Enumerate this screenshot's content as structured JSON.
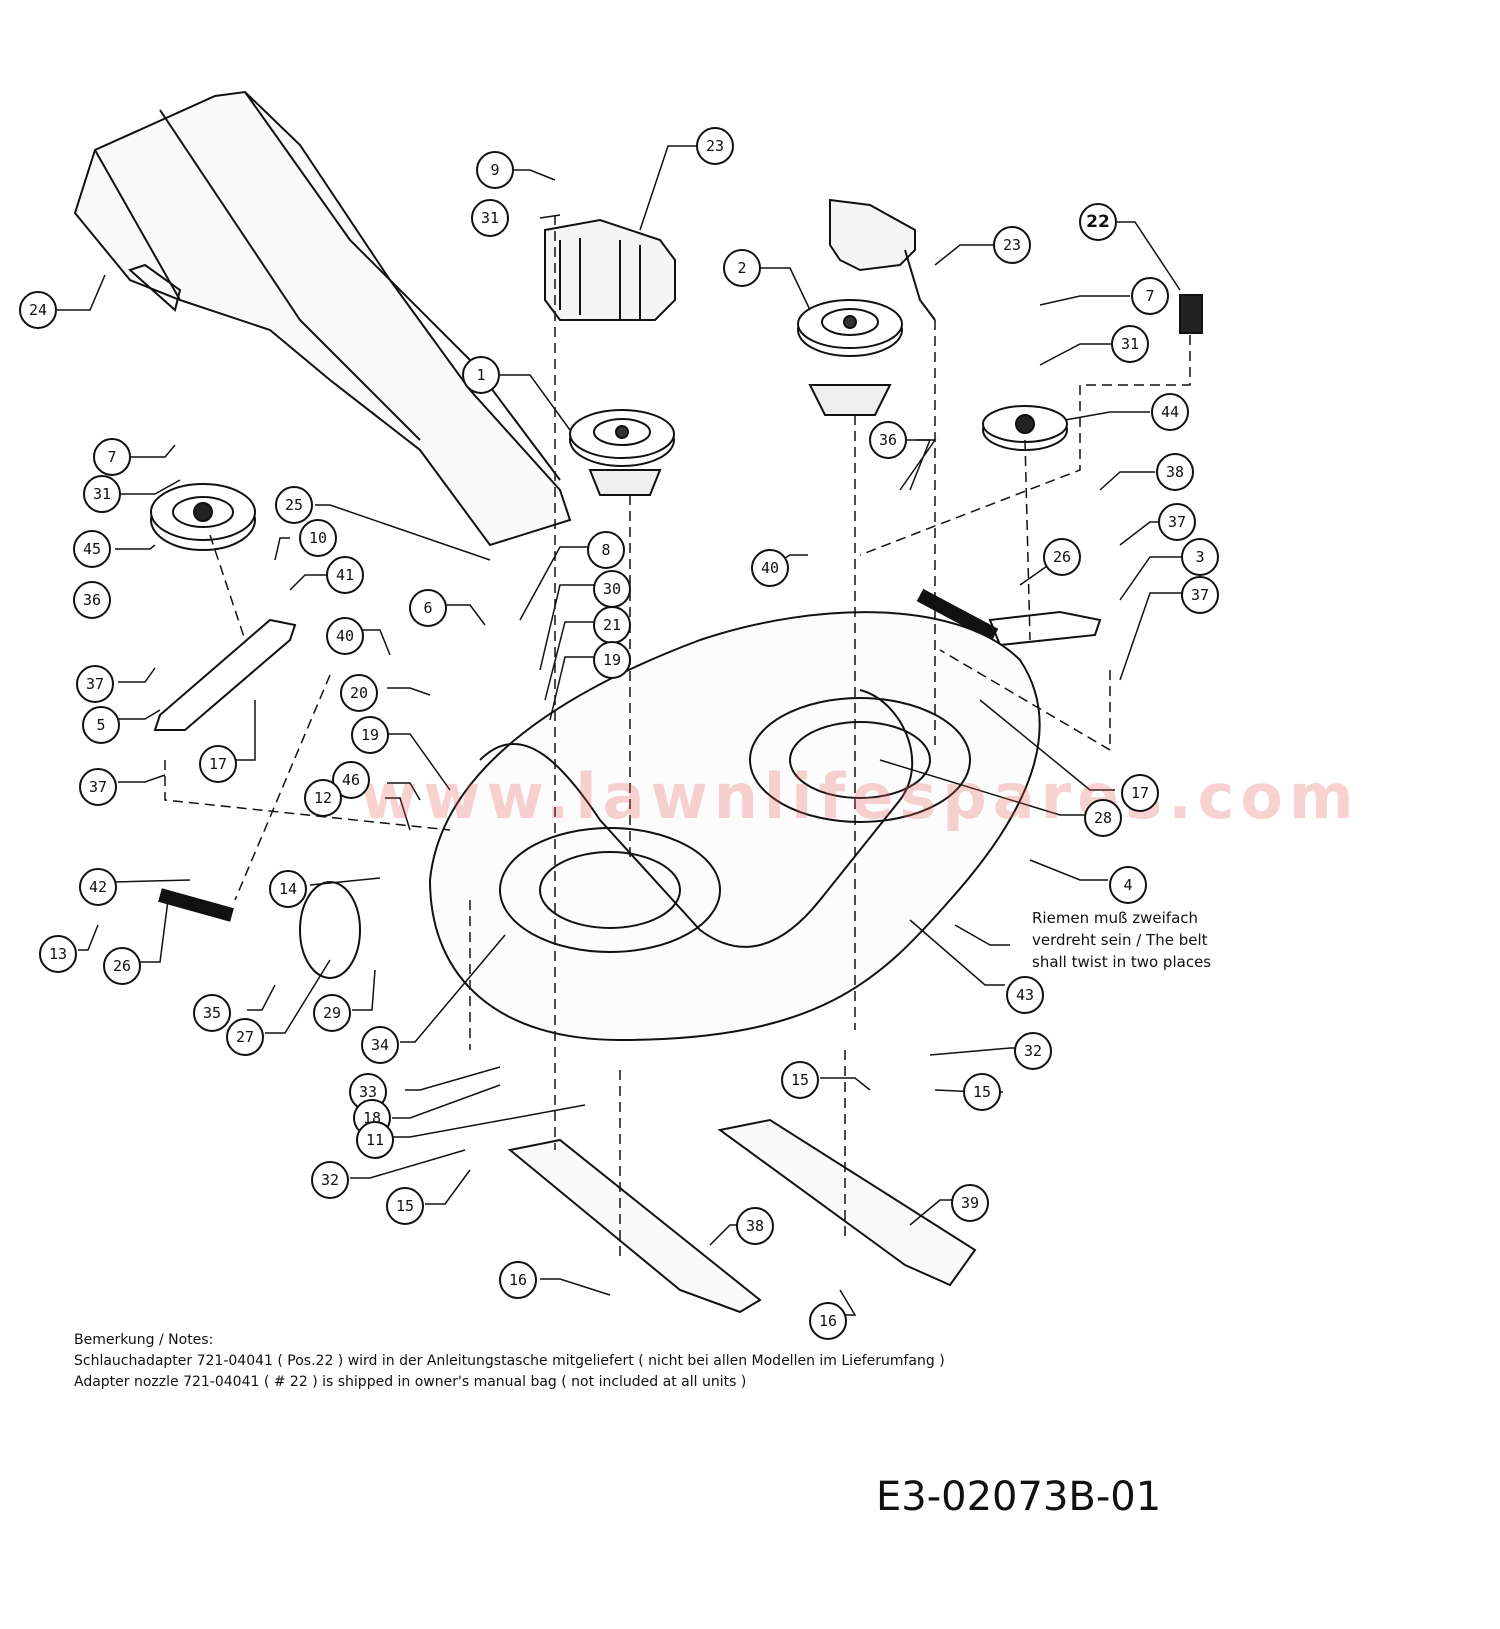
{
  "title": "Mower deck exploded parts diagram",
  "colors": {
    "line": "#111111",
    "background": "#ffffff",
    "watermark": "#e65a5a"
  },
  "watermark": "www.lawnlifespares.com",
  "callouts": [
    {
      "id": "c24",
      "label": "24"
    },
    {
      "id": "c9",
      "label": "9"
    },
    {
      "id": "c31a",
      "label": "31"
    },
    {
      "id": "c23a",
      "label": "23"
    },
    {
      "id": "c2",
      "label": "2"
    },
    {
      "id": "c23b",
      "label": "23"
    },
    {
      "id": "c22",
      "label": "22",
      "bold": true
    },
    {
      "id": "c7a",
      "label": "7"
    },
    {
      "id": "c31b",
      "label": "31"
    },
    {
      "id": "c1",
      "label": "1"
    },
    {
      "id": "c44",
      "label": "44"
    },
    {
      "id": "c36a",
      "label": "36"
    },
    {
      "id": "c38a",
      "label": "38"
    },
    {
      "id": "c7b",
      "label": "7"
    },
    {
      "id": "c31c",
      "label": "31"
    },
    {
      "id": "c45",
      "label": "45"
    },
    {
      "id": "c25",
      "label": "25"
    },
    {
      "id": "c10",
      "label": "10"
    },
    {
      "id": "c41",
      "label": "41"
    },
    {
      "id": "c8",
      "label": "8"
    },
    {
      "id": "c30",
      "label": "30"
    },
    {
      "id": "c6",
      "label": "6"
    },
    {
      "id": "c40a",
      "label": "40"
    },
    {
      "id": "c40b",
      "label": "40"
    },
    {
      "id": "c26a",
      "label": "26"
    },
    {
      "id": "c37a",
      "label": "37"
    },
    {
      "id": "c3",
      "label": "3"
    },
    {
      "id": "c37b",
      "label": "37"
    },
    {
      "id": "c36b",
      "label": "36"
    },
    {
      "id": "c21",
      "label": "21"
    },
    {
      "id": "c19a",
      "label": "19"
    },
    {
      "id": "c20",
      "label": "20"
    },
    {
      "id": "c37c",
      "label": "37"
    },
    {
      "id": "c5",
      "label": "5"
    },
    {
      "id": "c17a",
      "label": "17"
    },
    {
      "id": "c37d",
      "label": "37"
    },
    {
      "id": "c19b",
      "label": "19"
    },
    {
      "id": "c46",
      "label": "46"
    },
    {
      "id": "c12",
      "label": "12"
    },
    {
      "id": "c17b",
      "label": "17"
    },
    {
      "id": "c28",
      "label": "28"
    },
    {
      "id": "c4",
      "label": "4"
    },
    {
      "id": "c42",
      "label": "42"
    },
    {
      "id": "c14",
      "label": "14"
    },
    {
      "id": "c13",
      "label": "13"
    },
    {
      "id": "c26b",
      "label": "26"
    },
    {
      "id": "c43",
      "label": "43"
    },
    {
      "id": "c35",
      "label": "35"
    },
    {
      "id": "c27",
      "label": "27"
    },
    {
      "id": "c29",
      "label": "29"
    },
    {
      "id": "c34",
      "label": "34"
    },
    {
      "id": "c32a",
      "label": "32"
    },
    {
      "id": "c33",
      "label": "33"
    },
    {
      "id": "c15a",
      "label": "15"
    },
    {
      "id": "c15b",
      "label": "15"
    },
    {
      "id": "c18",
      "label": "18"
    },
    {
      "id": "c11",
      "label": "11"
    },
    {
      "id": "c32b",
      "label": "32"
    },
    {
      "id": "c15c",
      "label": "15"
    },
    {
      "id": "c39",
      "label": "39"
    },
    {
      "id": "c38b",
      "label": "38"
    },
    {
      "id": "c16a",
      "label": "16"
    },
    {
      "id": "c16b",
      "label": "16"
    }
  ],
  "belt_note": {
    "line1": "Riemen muß zweifach",
    "line2": "verdreht sein / The belt",
    "line3": "shall twist in two places"
  },
  "notes": {
    "heading": "Bemerkung / Notes:",
    "line_de": "Schlauchadapter 721-04041 ( Pos.22 ) wird in der Anleitungstasche mitgeliefert ( nicht bei allen Modellen im Lieferumfang )",
    "line_en": "Adapter nozzle 721-04041 ( # 22 ) is shipped in owner's manual bag ( not included at all units )"
  },
  "drawing_number": "E3-02073B-01"
}
